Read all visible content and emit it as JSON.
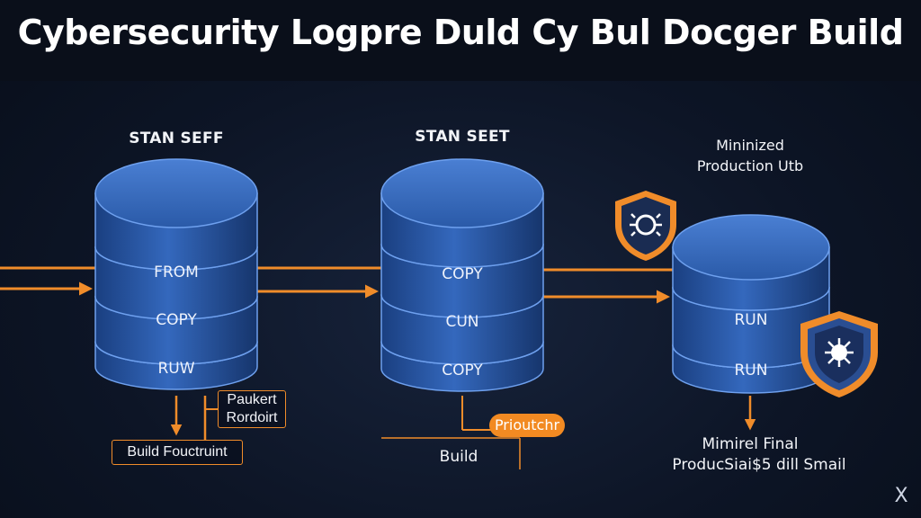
{
  "title": "Cybersecurity Logpre Duld Cy Bul Docger Build",
  "stages": [
    {
      "title": "STAN SEFF",
      "layers": [
        "FROM",
        "COPY",
        "RUW"
      ]
    },
    {
      "title": "STAN SEET",
      "layers": [
        "COPY",
        "CUN",
        "COPY"
      ]
    },
    {
      "title_line1": "Mininized",
      "title_line2": "Production Utb",
      "layers": [
        "RUN",
        "RUN"
      ]
    }
  ],
  "annotations": {
    "artifact_box_line1": "Paukert",
    "artifact_box_line2": "Rordoirt",
    "build_footprint": "Build Fouctruint",
    "build_label": "Build",
    "product_pill": "Prioutchr",
    "final_line1": "Mimirel Final",
    "final_line2": "ProducSiai$5 dill Smail"
  },
  "icons": {
    "shield_top": "shield-bug-icon",
    "shield_bottom": "shield-bug-icon",
    "close": "close-icon"
  },
  "close_glyph": "X",
  "colors": {
    "background": "#0d1526",
    "cylinder": "#2a5aa8",
    "accent_orange": "#f08c2a",
    "shield_fill": "#1e3f7a"
  }
}
